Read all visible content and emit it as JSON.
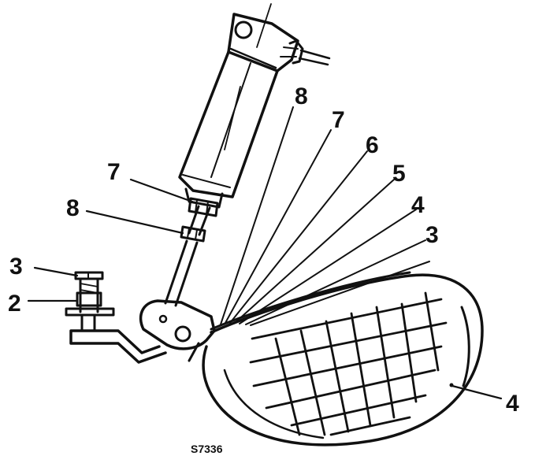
{
  "labels": {
    "left_3": "3",
    "left_2": "2",
    "stem_7": "7",
    "stem_8": "8",
    "fan_8": "8",
    "fan_7": "7",
    "fan_6": "6",
    "fan_5": "5",
    "fan_4": "4",
    "fan_3": "3",
    "float_4": "4"
  },
  "reference_code": "S7336"
}
